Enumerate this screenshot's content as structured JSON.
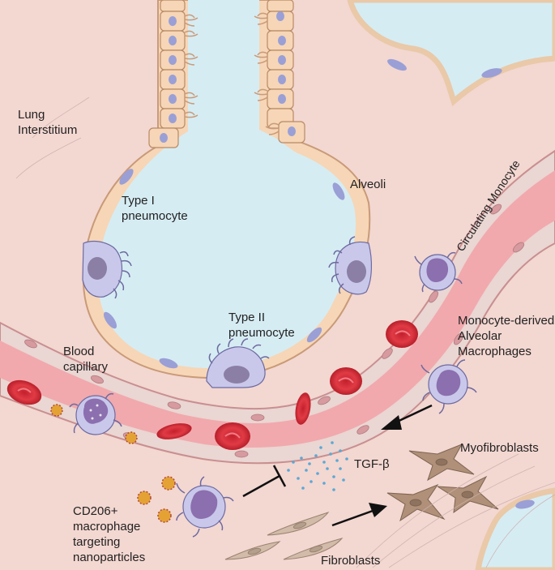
{
  "labels": {
    "lung_interstitium": "Lung\nInterstitium",
    "alveoli": "Alveoli",
    "type1": "Type I\npneumocyte",
    "type2": "Type II\npneumocyte",
    "circulating_monocyte": "Circulating\nMonocyte",
    "monocyte_derived": "Monocyte-derived\nAlveolar\nMacrophages",
    "blood_capillary": "Blood\ncapillary",
    "tgf": "TGF-β",
    "myofibroblasts": "Myofibroblasts",
    "cd206": "CD206+\nmacrophage\ntargeting\nnanoparticles",
    "fibroblasts": "Fibroblasts"
  },
  "colors": {
    "background": "#f3d7d1",
    "alveolar_lumen": "#d6ecf3",
    "epithelium": "#f6d6b6",
    "cell_outline": "#b98a66",
    "nucleus": "#9a9fd6",
    "capillary_wall": "#ead6d2",
    "blood": "#f1a9ad",
    "red_blood_cell": "#e03b45",
    "macrophage": "#c9c8eb",
    "macrophage_nucleus": "#8c6fae",
    "nanoparticle": "#e4a235",
    "tgf_dots": "#5aa8d6",
    "fibroblast": "#d2bba8",
    "myofibroblast": "#b09078"
  }
}
